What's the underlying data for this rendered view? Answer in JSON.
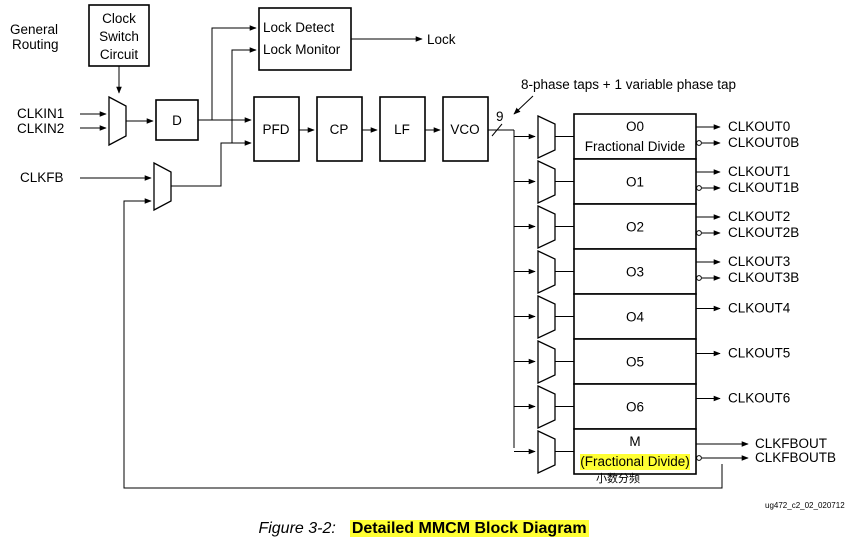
{
  "blocks": {
    "general_routing": [
      "General",
      "Routing"
    ],
    "clock_switch": [
      "Clock",
      "Switch",
      "Circuit"
    ],
    "lock_detect": "Lock Detect",
    "lock_monitor": "Lock Monitor",
    "lock_out": "Lock",
    "d": "D",
    "pfd": "PFD",
    "cp": "CP",
    "lf": "LF",
    "vco": "VCO",
    "bus_width": "9",
    "tap_note": "8-phase taps + 1 variable phase tap"
  },
  "inputs": {
    "clkin1": "CLKIN1",
    "clkin2": "CLKIN2",
    "clkfb": "CLKFB"
  },
  "dividers": [
    {
      "name": "O0",
      "sub": "Fractional Divide",
      "outputs": [
        "CLKOUT0",
        "CLKOUT0B"
      ]
    },
    {
      "name": "O1",
      "sub": "",
      "outputs": [
        "CLKOUT1",
        "CLKOUT1B"
      ]
    },
    {
      "name": "O2",
      "sub": "",
      "outputs": [
        "CLKOUT2",
        "CLKOUT2B"
      ]
    },
    {
      "name": "O3",
      "sub": "",
      "outputs": [
        "CLKOUT3",
        "CLKOUT3B"
      ]
    },
    {
      "name": "O4",
      "sub": "",
      "outputs": [
        "CLKOUT4"
      ]
    },
    {
      "name": "O5",
      "sub": "",
      "outputs": [
        "CLKOUT5"
      ]
    },
    {
      "name": "O6",
      "sub": "",
      "outputs": [
        "CLKOUT6"
      ]
    },
    {
      "name": "M",
      "sub": "(Fractional Divide)",
      "outputs": [
        "CLKFBOUT",
        "CLKFBOUTB"
      ]
    }
  ],
  "annotation_cn": "小数分频",
  "highlight_color": "#ffff33",
  "annotation_color": "#e02020",
  "figure_id": "ug472_c2_02_020712",
  "caption": {
    "number": "Figure 3-2:",
    "title": "Detailed MMCM Block Diagram"
  }
}
